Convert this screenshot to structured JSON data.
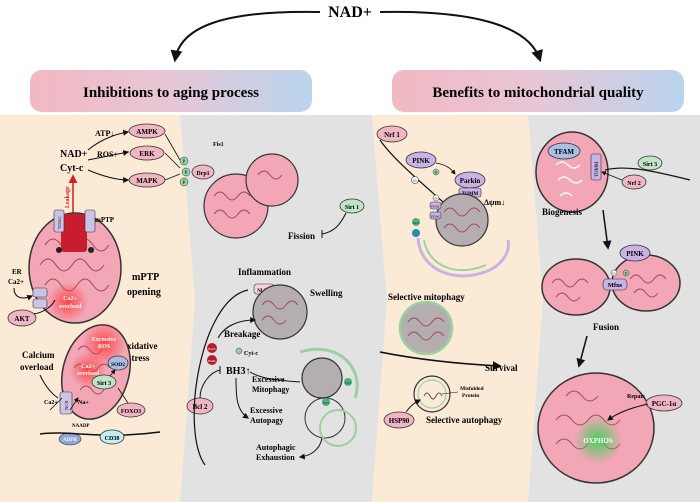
{
  "top": {
    "title": "NAD+"
  },
  "banners": {
    "left": "Inhibitions to aging process",
    "right": "Benefits to mitochondrial quality"
  },
  "panel1": {
    "atp": "ATP↓",
    "ros": "ROS↑",
    "nad": "NAD+",
    "cytc": "Cyt-c",
    "ampk": "AMPK",
    "erk": "ERK",
    "mapk": "MAPK",
    "p": "P",
    "leakage": "Leakage",
    "vdac": "VDAC",
    "mptp": "mPTP",
    "mptp_opening": "mPTP\nopening",
    "mptp_opening_l1": "mPTP",
    "mptp_opening_l2": "opening",
    "er_l1": "ER",
    "er_l2": "Ca2+",
    "ca_overload_l1": "Ca2+",
    "ca_overload_l2": "overload",
    "akt": "AKT",
    "oxidative_l1": "Oxidative",
    "oxidative_l2": "stress",
    "calcium_l1": "Calcium",
    "calcium_l2": "overload",
    "excessive_ros_l1": "Excessive",
    "excessive_ros_l2": "ROS",
    "sod2": "SOD2",
    "sirt3": "Sirt 3",
    "foxo": "FOXO3",
    "ca2": "Ca2+",
    "na": "Na+",
    "naadp": "NAADP",
    "adpr": "ADPR",
    "cd38": "CD38",
    "ncx": "NCX"
  },
  "panel2": {
    "fis1": "Fis1",
    "drp1": "Drp1",
    "sirt1": "Sirt 1",
    "fission": "Fission",
    "inflammation": "Inflammation",
    "nlrp": "NLRP",
    "swelling": "Swelling",
    "breakage": "Breakage",
    "bh3": "BH3↑",
    "cytc": "Cyt-c",
    "bcl2": "Bcl 2",
    "excessive_mitophagy_l1": "Excessive",
    "excessive_mitophagy_l2": "Mitophagy",
    "excessive_autopagy_l1": "Excessive",
    "excessive_autopagy_l2": "Autopagy",
    "autophagic_l1": "Autophagic",
    "autophagic_l2": "Exhaustion",
    "lc3": "LC3",
    "bax": "BAX",
    "bak": "BAK"
  },
  "panel3": {
    "nrf1": "Nrf 1",
    "pink": "PINK",
    "parkin": "Parkin",
    "tomm": "TOMM",
    "vdac": "VDAC",
    "ub": "Ub",
    "dpsi": "Δψm↓",
    "lc3": "LC3",
    "selective_mitophagy": "Selective mitophagy",
    "survival": "Survival",
    "misfolded_l1": "Misfolded",
    "misfolded_l2": "Protein",
    "hsp90": "HSP90",
    "selective_autophagy": "Selective autophagy"
  },
  "panel4": {
    "sirt3": "Sirt 3",
    "nrf2": "Nrf 2",
    "tfam": "TFAM",
    "tomm": "TOMM",
    "biogenesis": "Biogenesis",
    "pink": "PINK",
    "mfns": "Mfns",
    "fusion": "Fusion",
    "repair": "Repair",
    "pgc": "PGC-1α",
    "oxphos": "OXPHOS"
  }
}
